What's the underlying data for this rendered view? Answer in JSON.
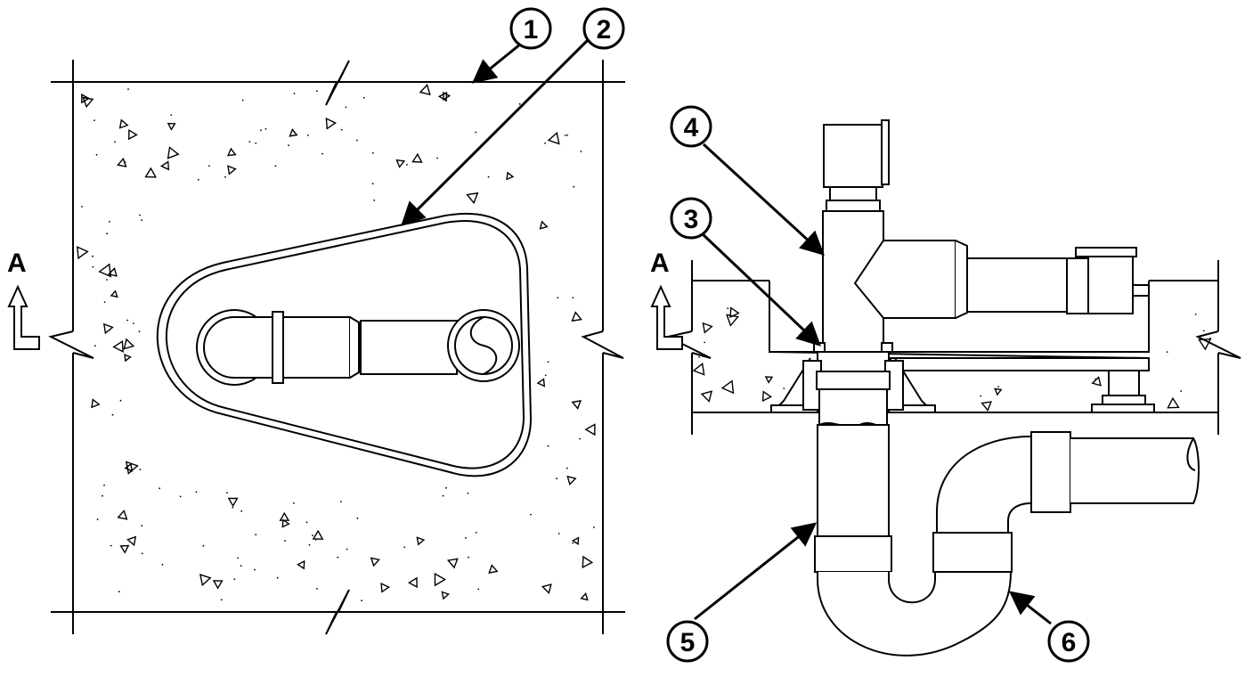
{
  "diagram": {
    "callouts": [
      "1",
      "2",
      "3",
      "4",
      "5",
      "6"
    ],
    "section_marker": "A",
    "colors": {
      "line": "#000000",
      "background": "#ffffff"
    }
  }
}
